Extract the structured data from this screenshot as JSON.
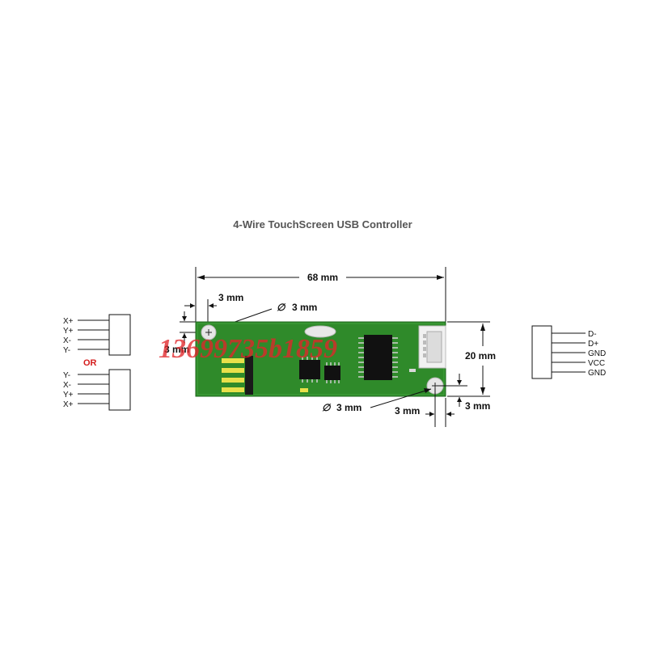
{
  "title": "4-Wire TouchScreen USB Controller",
  "dimensions": {
    "length": "68 mm",
    "height": "20 mm",
    "hole_offset_x_top": "3 mm",
    "hole_offset_y_top": "3 mm",
    "hole_diameter_top": "3 mm",
    "hole_diameter_bottom": "3 mm",
    "hole_offset_x_bottom": "3 mm",
    "hole_offset_y_bottom": "3 mm",
    "diameter_symbol": "∅"
  },
  "left_connector_a": {
    "pins": [
      "X+",
      "Y+",
      "X-",
      "Y-"
    ]
  },
  "or_label": "OR",
  "left_connector_b": {
    "pins": [
      "Y-",
      "X-",
      "Y+",
      "X+"
    ]
  },
  "right_connector": {
    "pins": [
      "D-",
      "D+",
      "GND",
      "VCC",
      "GND"
    ]
  },
  "watermark": "13699735b1859",
  "colors": {
    "pcb": "#2f8a2a",
    "pcb_dark": "#1f6a1f",
    "chip": "#111111",
    "watermark": "#e0262a",
    "or_text": "#d41c1c"
  }
}
